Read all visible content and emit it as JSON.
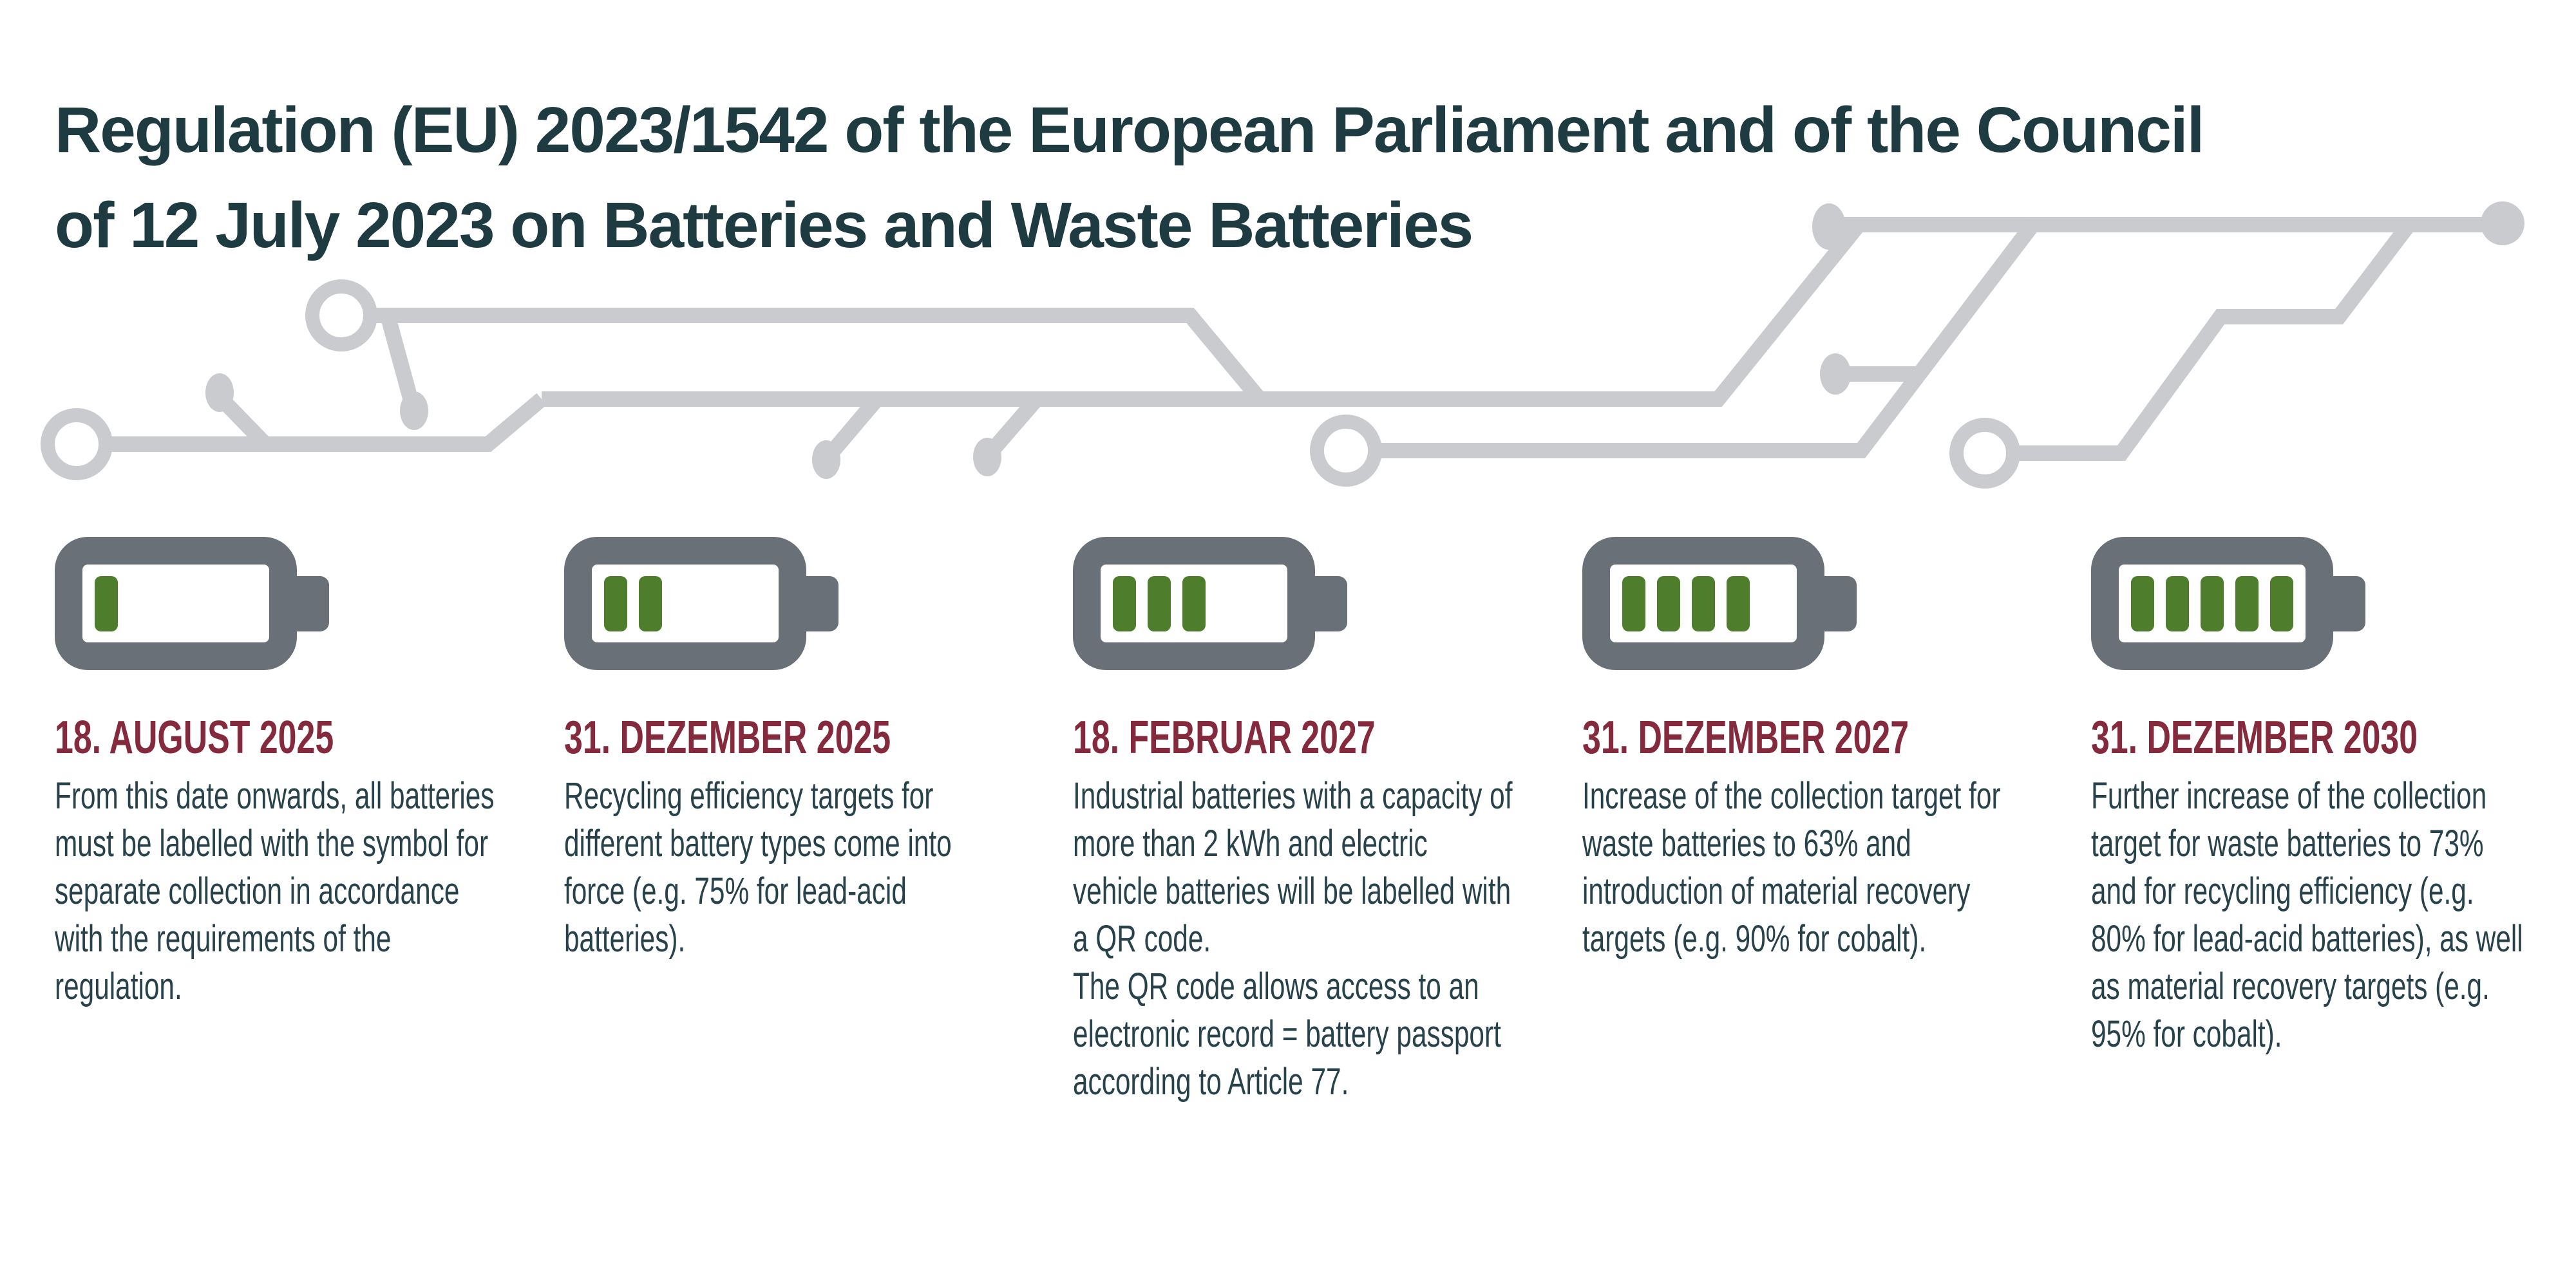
{
  "title": {
    "line1": "Regulation (EU) 2023/1542 of the European Parliament and of the Council",
    "line2": "of 12 July 2023 on Batteries and Waste Batteries"
  },
  "colors": {
    "background": "#ffffff",
    "title_text": "#1d3b41",
    "date_text": "#85293d",
    "body_text": "#27424a",
    "battery_gray": "#6a7077",
    "charge_green": "#4e7d2b",
    "circuit_gray": "#c9cbce"
  },
  "icons": {
    "battery": "battery-charge-level-icon",
    "decoration": "circuit-board-traces"
  },
  "timeline": [
    {
      "date": "18. AUGUST 2025",
      "charge_level": 1,
      "charge_max": 5,
      "text": "From this date onwards, all batteries must be labelled with the symbol for separate collection in accordance with the requirements of the regulation."
    },
    {
      "date": "31. DEZEMBER 2025",
      "charge_level": 2,
      "charge_max": 5,
      "text": "Recycling efficiency targets for different battery types come into force (e.g. 75% for lead-acid batteries)."
    },
    {
      "date": "18. FEBRUAR 2027",
      "charge_level": 3,
      "charge_max": 5,
      "text": "Industrial batteries with a capacity of more than 2 kWh and electric vehicle batteries will be labelled with a QR code.\nThe QR code allows access to an electronic record = battery passport according to Article 77."
    },
    {
      "date": "31. DEZEMBER 2027",
      "charge_level": 4,
      "charge_max": 5,
      "text": "Increase of the collection target for waste batteries to 63% and introduction of material recovery targets (e.g. 90% for cobalt)."
    },
    {
      "date": "31. DEZEMBER 2030",
      "charge_level": 5,
      "charge_max": 5,
      "text": "Further increase of the collection target for waste batteries to 73% and for recycling efficiency (e.g. 80% for lead-acid batteries), as well as material recovery targets (e.g. 95% for cobalt)."
    }
  ]
}
